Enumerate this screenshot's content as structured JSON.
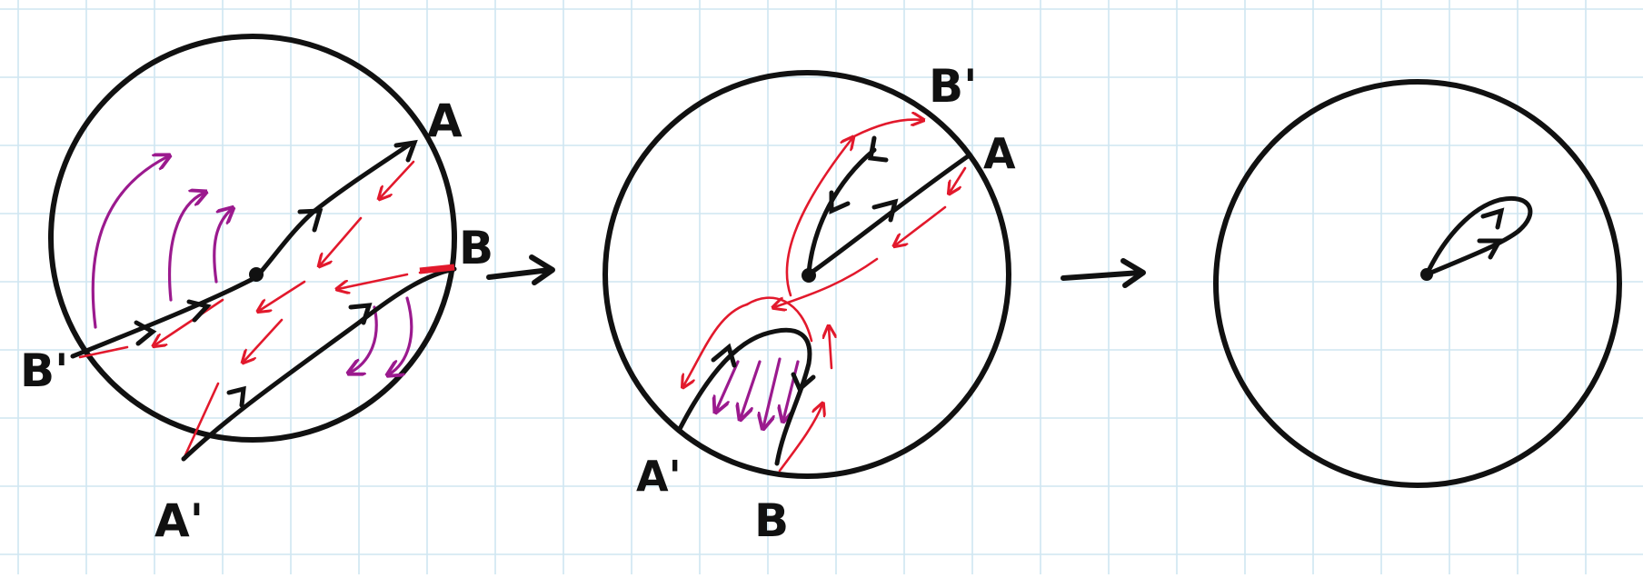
{
  "colors": {
    "background": "#ffffff",
    "grid": "#cfe6f1",
    "ink": "#111111",
    "red": "#e2192c",
    "purple": "#9b1a8e"
  },
  "labels": {
    "d1": {
      "a": "A",
      "b": "B",
      "a_prime": "A'",
      "b_prime": "B'"
    },
    "d2": {
      "a": "A",
      "b": "B",
      "a_prime": "A'",
      "b_prime": "B'"
    }
  }
}
